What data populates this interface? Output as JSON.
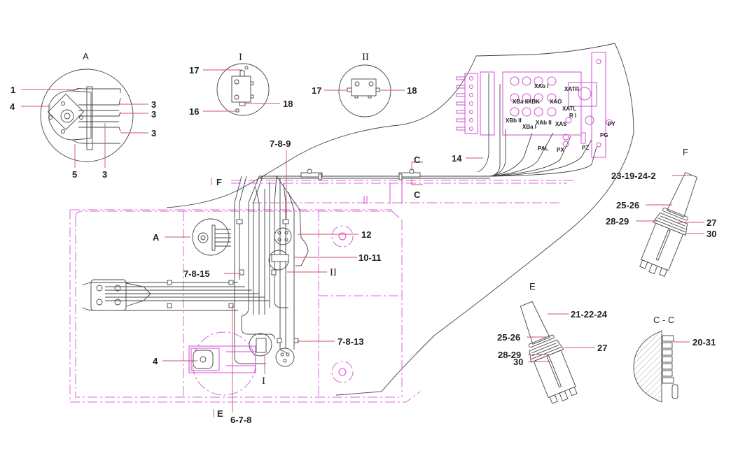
{
  "diagram": {
    "title": "Pilot control hose routing assembly",
    "colors": {
      "outline": "#444444",
      "component": "#d24fd2",
      "leader": "#d0506a",
      "text": "#222222"
    },
    "detail_views": {
      "A": {
        "title": "A",
        "labels": [
          "1",
          "4",
          "5",
          "3",
          "3",
          "3",
          "3"
        ]
      },
      "I": {
        "title": "I",
        "labels": [
          "17",
          "16",
          "18"
        ]
      },
      "II": {
        "title": "II",
        "labels": [
          "17",
          "18"
        ]
      },
      "F": {
        "title": "F",
        "labels": [
          "23-19-24-2",
          "25-26",
          "28-29",
          "27",
          "30"
        ]
      },
      "E": {
        "title": "E",
        "labels": [
          "21-22-24",
          "25-26",
          "27",
          "28-29",
          "30"
        ]
      },
      "CC": {
        "title": "C - C",
        "labels": [
          "20-31"
        ]
      }
    },
    "main_view": {
      "labels": {
        "l_789": "7-8-9",
        "l_F": "F",
        "l_C_top": "C",
        "l_C_bottom": "C",
        "l_14": "14",
        "l_A": "A",
        "l_12": "12",
        "l_1011": "10-11",
        "l_7815": "7-8-15",
        "l_II": "II",
        "l_7813": "7-8-13",
        "l_4": "4",
        "l_I": "I",
        "l_E": "E",
        "l_678": "6-7-8"
      },
      "valve_ports": [
        "XAb I",
        "XATR",
        "XBa II",
        "XBK",
        "XAO",
        "XATL",
        "R I",
        "XBb II",
        "XAb II",
        "XBa I",
        "XAS",
        "PY",
        "PG",
        "PAL",
        "PX",
        "PZ"
      ]
    }
  }
}
